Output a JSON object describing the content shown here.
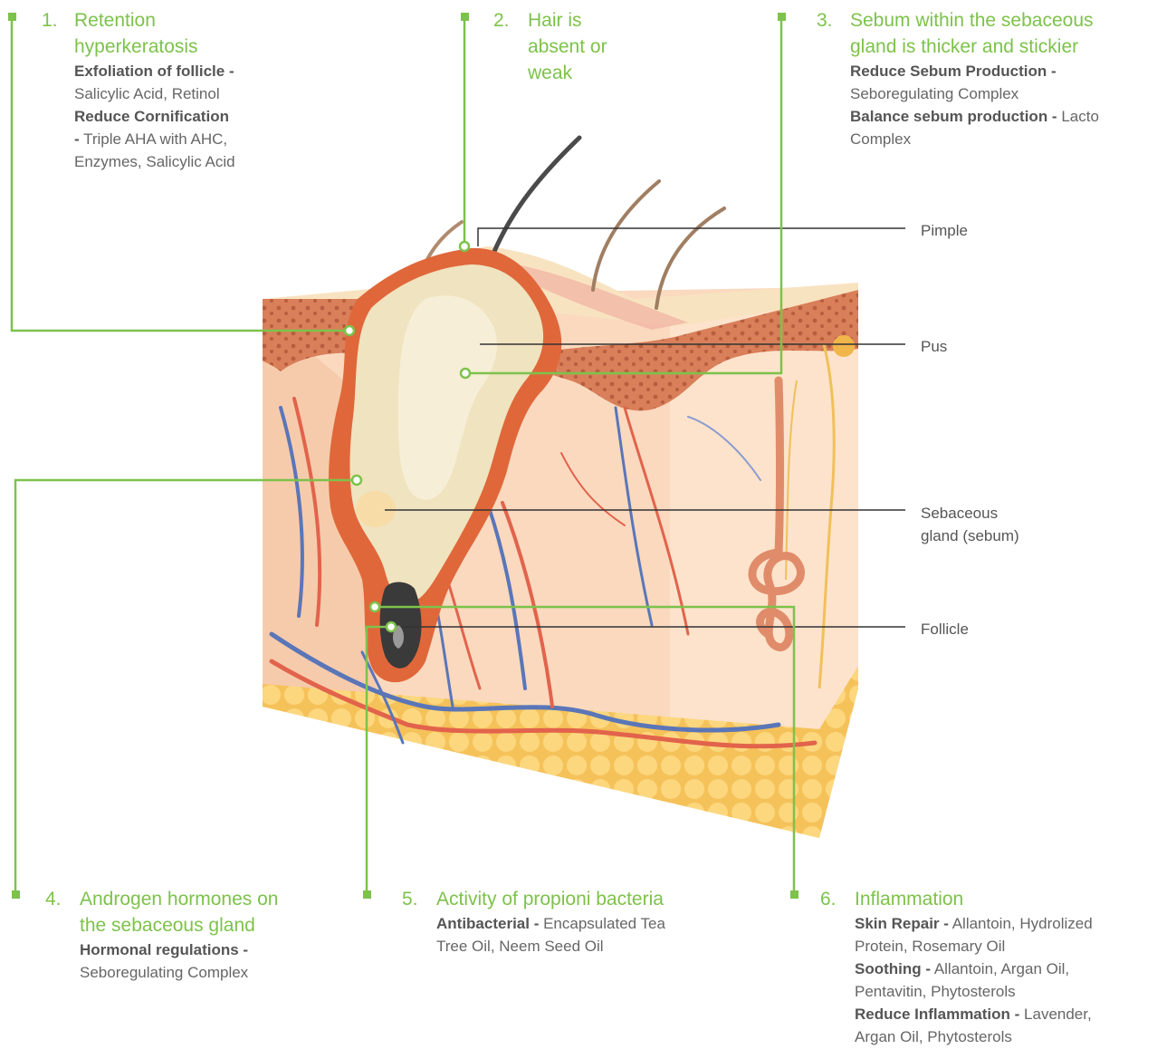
{
  "colors": {
    "accent": "#7dc24b",
    "body_text": "#666666",
    "leader": "#333333"
  },
  "callouts": [
    {
      "num": "1.",
      "title": [
        "Retention",
        "hyperkeratosis"
      ],
      "lines": [
        {
          "bold": "Exfoliation of follicle -",
          "text": ""
        },
        {
          "bold": "",
          "text": "Salicylic Acid, Retinol"
        },
        {
          "bold": "Reduce Cornification",
          "text": ""
        },
        {
          "bold": "-",
          "text": " Triple AHA with AHC,"
        },
        {
          "bold": "",
          "text": "Enzymes, Salicylic Acid"
        }
      ]
    },
    {
      "num": "2.",
      "title": [
        "Hair is",
        "absent or",
        "weak"
      ],
      "lines": []
    },
    {
      "num": "3.",
      "title": [
        "Sebum within the sebaceous",
        "gland is thicker and stickier"
      ],
      "lines": [
        {
          "bold": "Reduce Sebum Production -",
          "text": ""
        },
        {
          "bold": "",
          "text": "Seboregulating Complex"
        },
        {
          "bold": "Balance sebum production -",
          "text": " Lacto"
        },
        {
          "bold": "",
          "text": "Complex"
        }
      ]
    },
    {
      "num": "4.",
      "title": [
        "Androgen hormones on",
        "the sebaceous gland"
      ],
      "lines": [
        {
          "bold": "Hormonal regulations -",
          "text": ""
        },
        {
          "bold": "",
          "text": "Seboregulating Complex"
        }
      ]
    },
    {
      "num": "5.",
      "title": [
        "Activity of propioni bacteria"
      ],
      "lines": [
        {
          "bold": "Antibacterial -",
          "text": " Encapsulated Tea"
        },
        {
          "bold": "",
          "text": "Tree Oil, Neem Seed Oil"
        }
      ]
    },
    {
      "num": "6.",
      "title": [
        "Inflammation"
      ],
      "lines": [
        {
          "bold": "Skin Repair -",
          "text": " Allantoin, Hydrolized"
        },
        {
          "bold": "",
          "text": "Protein, Rosemary Oil"
        },
        {
          "bold": "Soothing -",
          "text": " Allantoin, Argan Oil,"
        },
        {
          "bold": "",
          "text": "Pentavitin, Phytosterols"
        },
        {
          "bold": "Reduce Inflammation -",
          "text": " Lavender,"
        },
        {
          "bold": "",
          "text": "Argan Oil, Phytosterols"
        }
      ]
    }
  ],
  "labels": {
    "pimple": "Pimple",
    "pus": "Pus",
    "sebaceous_1": "Sebaceous",
    "sebaceous_2": "gland (sebum)",
    "follicle": "Follicle"
  }
}
